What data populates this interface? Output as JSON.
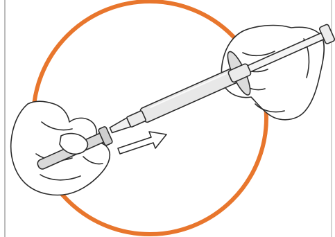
{
  "figure": {
    "alt": "",
    "colors": {
      "ring": "#E8762D",
      "line": "#2b2b2b",
      "fill_light": "#f5f5f5",
      "fill_syringe": "#e8e8e8",
      "fill_needle": "#d9d9d9"
    },
    "elements": [
      "orange-circle",
      "left-hand",
      "right-hand",
      "syringe-barrel",
      "syringe-plunger",
      "syringe-finger-flange",
      "syringe-hub",
      "needle-cap",
      "direction-arrow"
    ]
  }
}
